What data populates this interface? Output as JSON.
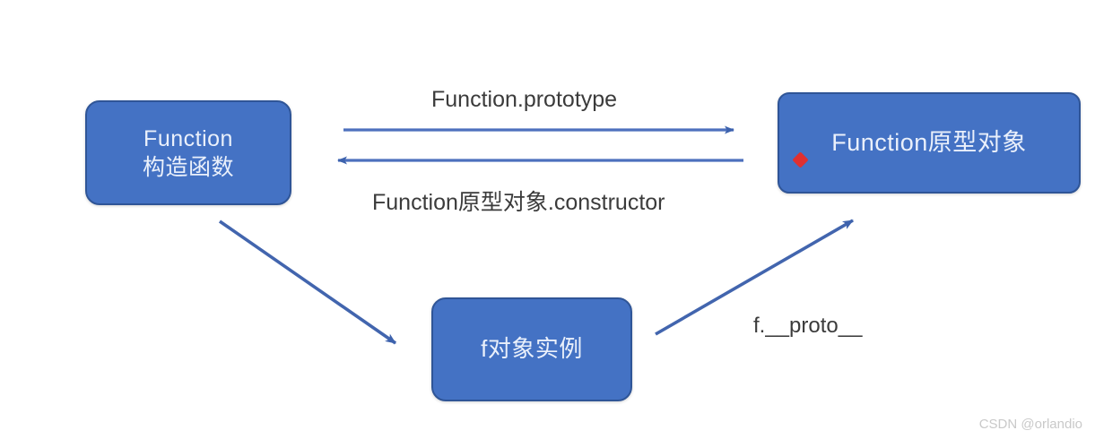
{
  "diagram": {
    "title_text": "",
    "background_color": "#ffffff",
    "node_fill_color": "#4472c4",
    "node_border_color": "#2f5597",
    "node_text_color": "#eaf0fb",
    "arrow_color": "#4472c4",
    "label_text_color": "#3b3b3b",
    "marker_color": "#e03030",
    "nodes": [
      {
        "id": "function-constructor",
        "line1": "Function",
        "line2": "构造函数"
      },
      {
        "id": "function-prototype",
        "line1": "Function原型对象"
      },
      {
        "id": "f-instance",
        "line1": "f对象实例"
      }
    ],
    "edges": [
      {
        "id": "constructor-to-prototype",
        "label": "Function.prototype",
        "from": "function-constructor",
        "to": "function-prototype",
        "direction": "right"
      },
      {
        "id": "prototype-to-constructor",
        "label": "Function原型对象.constructor",
        "from": "function-prototype",
        "to": "function-constructor",
        "direction": "left"
      },
      {
        "id": "constructor-to-instance",
        "label": "",
        "from": "function-constructor",
        "to": "f-instance",
        "direction": "down-right"
      },
      {
        "id": "instance-to-prototype",
        "label": "f.__proto__",
        "from": "f-instance",
        "to": "function-prototype",
        "direction": "up-right"
      }
    ],
    "markers": [
      {
        "id": "red-dot",
        "shape": "diamond",
        "color": "#e03030"
      }
    ]
  },
  "watermark": {
    "text": "CSDN @orlandio"
  }
}
